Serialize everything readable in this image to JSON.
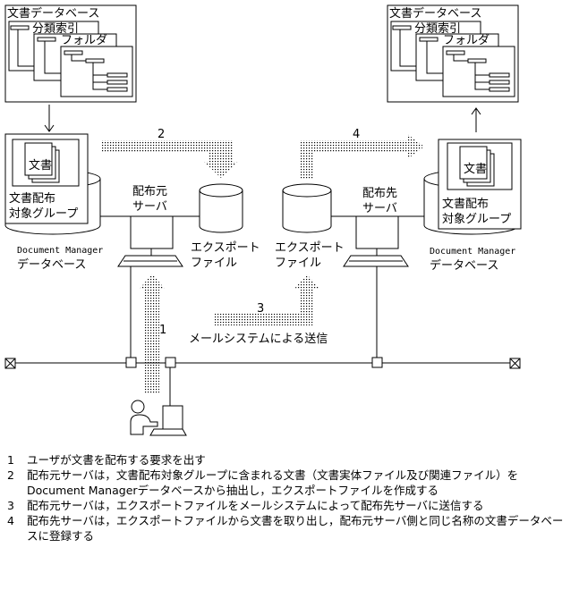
{
  "left_db": {
    "title": "文書データベース",
    "index_label": "分類索引",
    "folder_label": "フォルダ",
    "doc_icon_label": "文書",
    "group_label_1": "文書配布",
    "group_label_2": "対象グループ",
    "db_label_1": "Document Manager",
    "db_label_2": "データベース"
  },
  "right_db": {
    "title": "文書データベース",
    "index_label": "分類索引",
    "folder_label": "フォルダ",
    "doc_icon_label": "文書",
    "group_label_1": "文書配布",
    "group_label_2": "対象グループ",
    "db_label_1": "Document Manager",
    "db_label_2": "データベース"
  },
  "source_server": {
    "label_1": "配布元",
    "label_2": "サーバ"
  },
  "dest_server": {
    "label_1": "配布先",
    "label_2": "サーバ"
  },
  "export_left": {
    "label_1": "エクスポート",
    "label_2": "ファイル"
  },
  "export_right": {
    "label_1": "エクスポート",
    "label_2": "ファイル"
  },
  "step_numbers": {
    "n1": "1",
    "n2": "2",
    "n3": "3",
    "n4": "4"
  },
  "mail_label": "メールシステムによる送信",
  "steps": [
    {
      "num": "1",
      "text": "ユーザが文書を配布する要求を出す"
    },
    {
      "num": "2",
      "text": "配布元サーバは，文書配布対象グループに含まれる文書（文書実体ファイル及び関連ファイル）をDocument Managerデータベースから抽出し，エクスポートファイルを作成する"
    },
    {
      "num": "3",
      "text": "配布元サーバは，エクスポートファイルをメールシステムによって配布先サーバに送信する"
    },
    {
      "num": "4",
      "text": "配布先サーバは，エクスポートファイルから文書を取り出し，配布元サーバ側と同じ名称の文書データベースに登録する"
    }
  ]
}
